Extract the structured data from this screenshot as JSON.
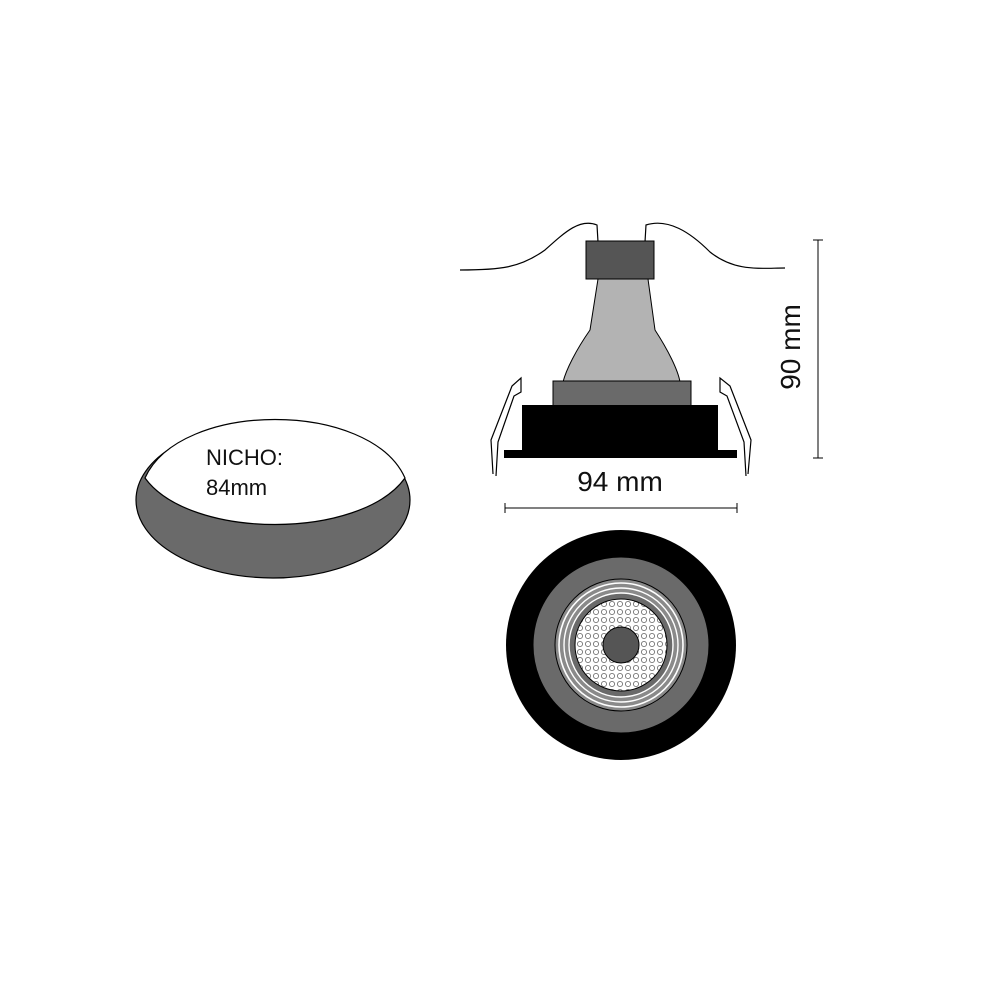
{
  "niche": {
    "line1": "NICHO:",
    "line2": "84mm"
  },
  "dimensions": {
    "width_label": "94 mm",
    "height_label": "90 mm"
  },
  "colors": {
    "black": "#000000",
    "dark_gray": "#555555",
    "mid_gray": "#6a6a6a",
    "light_gray": "#b3b3b3",
    "cable": "#000000"
  }
}
